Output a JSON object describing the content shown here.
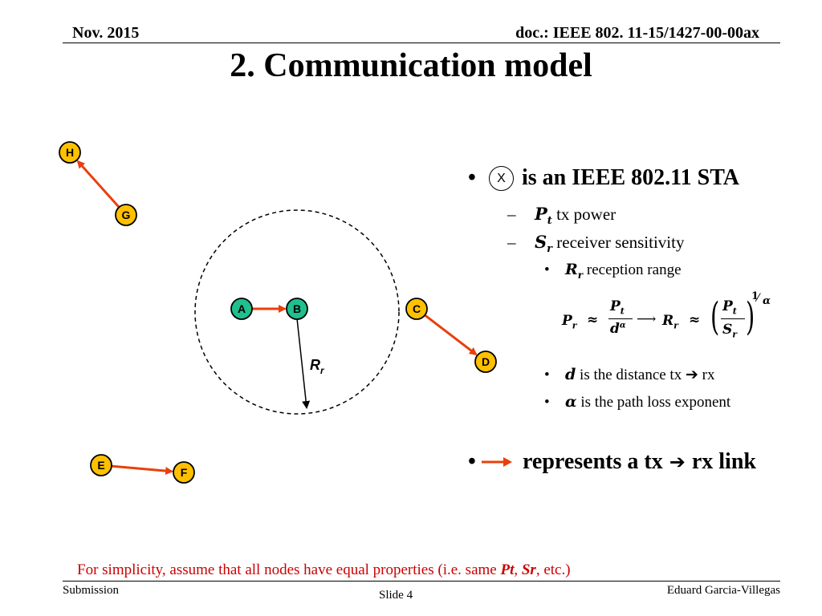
{
  "header": {
    "date": "Nov. 2015",
    "doc_id": "doc.: IEEE 802. 11-15/1427-00-00ax"
  },
  "title": "2. Communication model",
  "diagram": {
    "nodes": [
      {
        "id": "H",
        "kind": "sta"
      },
      {
        "id": "G",
        "kind": "sta"
      },
      {
        "id": "A",
        "kind": "ap"
      },
      {
        "id": "B",
        "kind": "ap"
      },
      {
        "id": "C",
        "kind": "sta"
      },
      {
        "id": "D",
        "kind": "sta"
      },
      {
        "id": "E",
        "kind": "sta"
      },
      {
        "id": "F",
        "kind": "sta"
      }
    ],
    "links": [
      [
        "G",
        "H"
      ],
      [
        "A",
        "B"
      ],
      [
        "C",
        "D"
      ],
      [
        "E",
        "F"
      ]
    ],
    "range_label_main": "R",
    "range_label_sub": "r",
    "colors": {
      "sta_fill": "#ffc000",
      "ap_fill": "#1fbf8f",
      "link": "#e8400c",
      "outline": "#000000"
    }
  },
  "bullets": {
    "sta_symbol": "X",
    "sta_text": "is an IEEE 802.11 STA",
    "pt_symbol": "P",
    "pt_sub": "t",
    "pt_text": "tx power",
    "sr_symbol": "S",
    "sr_sub": "r",
    "sr_text": "receiver sensitivity",
    "rr_symbol": "R",
    "rr_sub": "r",
    "rr_text": "reception range",
    "d_symbol": "d",
    "d_text_pre": "is the distance tx",
    "d_text_post": "rx",
    "alpha_symbol": "α",
    "alpha_text": "is the path loss exponent",
    "link_text_pre": "represents a tx",
    "link_text_post": "rx link"
  },
  "formula": {
    "pr": "P",
    "pr_sub": "r",
    "approx": "≈",
    "num": "P",
    "num_sub": "t",
    "den": "d",
    "den_sup": "α",
    "arrow": "⟶",
    "rr": "R",
    "rr_sub": "r",
    "inner_num": "P",
    "inner_num_sub": "t",
    "inner_den": "S",
    "inner_den_sub": "r",
    "exp_num": "1",
    "exp_den": "α"
  },
  "note": {
    "pre": "For simplicity, assume that all nodes have equal properties (i.e. same ",
    "pt": "Pt",
    "comma": ", ",
    "sr": "Sr",
    "post": ", etc.)"
  },
  "footer": {
    "left": "Submission",
    "center": "Slide 4",
    "right": "Eduard Garcia-Villegas"
  }
}
